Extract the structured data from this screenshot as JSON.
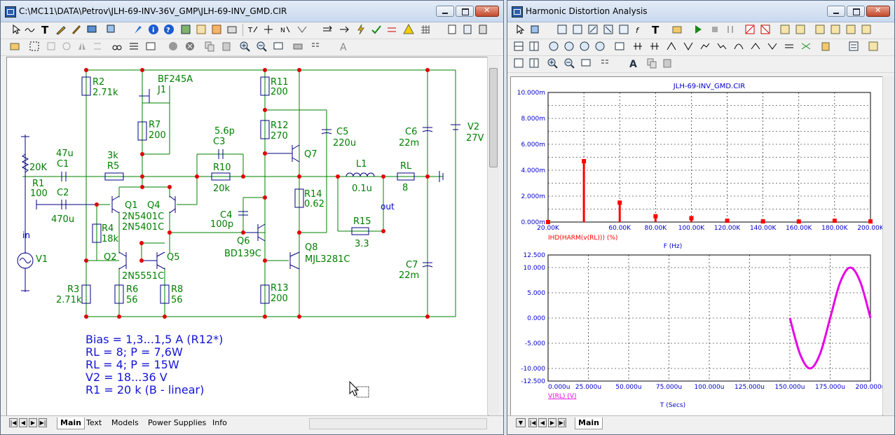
{
  "left_window": {
    "title": "C:\\MC11\\DATA\\Petrov\\JLH-69-INV-36V_GMP\\JLH-69-INV_GMD.CIR",
    "tabs": [
      {
        "label": "Main",
        "active": true
      },
      {
        "label": "Text",
        "active": false
      },
      {
        "label": "Models",
        "active": false
      },
      {
        "label": "Power Supplies",
        "active": false
      },
      {
        "label": "Info",
        "active": false
      }
    ],
    "schematic": {
      "labels": {
        "r2_name": "R2",
        "r2_val": "2.71k",
        "j1_type": "BF245A",
        "j1_name": "J1",
        "r7_name": "R7",
        "r7_val": "200",
        "r11_name": "R11",
        "r11_val": "200",
        "r12_name": "R12",
        "r12_val": "270",
        "c3_val": "5.6p",
        "c3_name": "C3",
        "c5_name": "C5",
        "c5_val": "220u",
        "c6_name": "C6",
        "c6_val": "22m",
        "v2_name": "V2",
        "v2_val": "27V",
        "q7_name": "Q7",
        "c1_val": "47u",
        "c1_name": "C1",
        "r5_val": "3k",
        "r5_name": "R5",
        "r10_name": "R10",
        "r10_val": "20k",
        "l1_name": "L1",
        "l1_val": "0.1u",
        "rl_name": "RL",
        "rl_val": "8",
        "pot_val": "20K",
        "r1_name": "R1",
        "r1_val": "100",
        "c2_name": "C2",
        "c2_val": "470u",
        "q1_name": "Q1",
        "q4_name": "Q4",
        "q1_type": "2N5401C",
        "q4_type": "2N5401C",
        "r14_name": "R14",
        "r14_val": "0.62",
        "out_label": "out",
        "c4_name": "C4",
        "c4_val": "100p",
        "r4_name": "R4",
        "r4_val": "18k",
        "q6_name": "Q6",
        "q6_type": "BD139C",
        "r15_name": "R15",
        "r15_val": "3.3",
        "q8_name": "Q8",
        "q8_type": "MJL3281C",
        "q2_name": "Q2",
        "q5_name": "Q5",
        "q2_type": "2N5551C",
        "in_label": "in",
        "v1_name": "V1",
        "c7_name": "C7",
        "c7_val": "22m",
        "r6_name": "R6",
        "r6_val": "56",
        "r8_name": "R8",
        "r8_val": "56",
        "r3_name": "R3",
        "r3_val": "2.71k",
        "r13_name": "R13",
        "r13_val": "200"
      },
      "notes": [
        "Bias = 1,3...1,5 A (R12*)",
        "RL = 8; P = 7,6W",
        "RL = 4; P = 15W",
        "V2 = 18...36 V",
        "R1 = 20 k (B - linear)"
      ]
    }
  },
  "right_window": {
    "title": "Harmonic Distortion Analysis",
    "tabs": [
      {
        "label": "Main",
        "active": true
      }
    ],
    "colors": {
      "harmonics": "#ff0000",
      "waveform": "#e600e6",
      "title": "#0000cc",
      "axis_text": "#0000cc"
    }
  },
  "chart_data": [
    {
      "type": "bar",
      "title": "JLH-69-INV_GMD.CIR",
      "xlabel": "F (Hz)",
      "series_label": "IHD(HARM(v(RL))) (%)",
      "x_ticks": [
        "20.00K",
        "60.00K",
        "80.00K",
        "100.00K",
        "120.00K",
        "140.00K",
        "160.00K",
        "180.00K",
        "200.00K"
      ],
      "y_ticks": [
        "0.000m",
        "2.000m",
        "4.000m",
        "6.000m",
        "8.000m",
        "10.000m"
      ],
      "xlim": [
        20000,
        200000
      ],
      "ylim": [
        0,
        10
      ],
      "x": [
        20000,
        40000,
        60000,
        80000,
        100000,
        120000,
        140000,
        160000,
        180000,
        200000
      ],
      "values": [
        0.0,
        4.7,
        1.5,
        0.45,
        0.3,
        0.1,
        0.05,
        0.04,
        0.1,
        0.05
      ],
      "grid": true
    },
    {
      "type": "line",
      "xlabel": "T (Secs)",
      "series_label": "V(RL) (V)",
      "x_ticks": [
        "0.000u",
        "25.000u",
        "50.000u",
        "75.000u",
        "100.000u",
        "125.000u",
        "150.000u",
        "175.000u",
        "200.000u"
      ],
      "y_ticks": [
        "12.500",
        "10.000",
        "5.000",
        "0.000",
        "-5.000",
        "-10.000",
        "-12.500"
      ],
      "xlim": [
        0,
        200
      ],
      "ylim": [
        -12.5,
        12.5
      ],
      "x": [
        150,
        156.25,
        162.5,
        168.75,
        175,
        181.25,
        187.5,
        193.75,
        200
      ],
      "values": [
        0,
        -7.1,
        -10,
        -7.1,
        0,
        7.1,
        10,
        7.1,
        0
      ],
      "grid": true
    }
  ]
}
